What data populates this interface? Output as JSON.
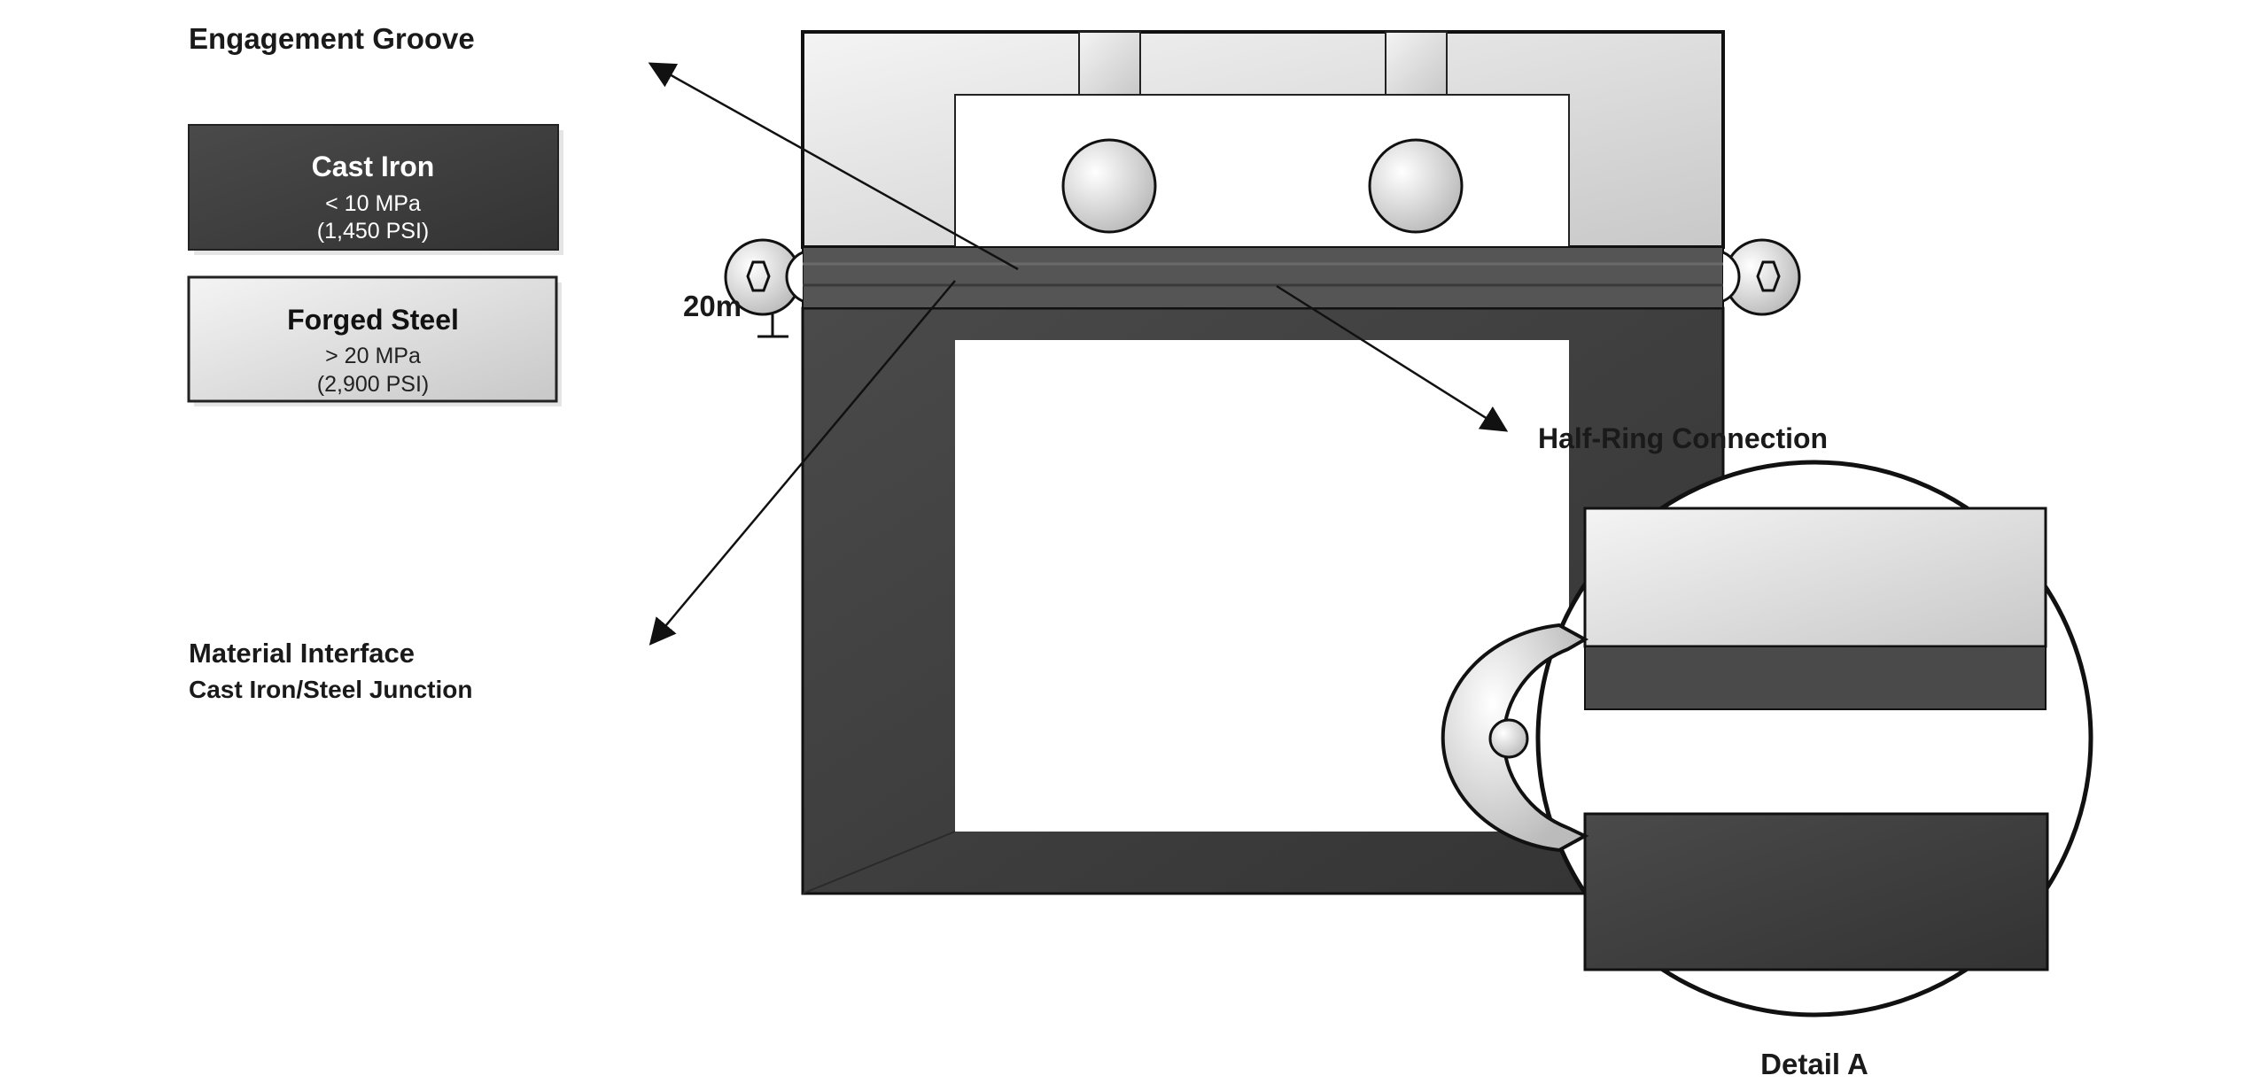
{
  "labels": {
    "engagement_groove": "Engagement Groove",
    "material_interface": "Material Interface",
    "material_interface_sub": "Cast Iron/Steel Junction",
    "half_ring_connection": "Half-Ring Connection",
    "dimension": "20m",
    "detail": "Detail A"
  },
  "legend": [
    {
      "title": "Cast Iron",
      "strength": "< 10 MPa",
      "psi": "(1,450 PSI)",
      "color": "#3a3a3a"
    },
    {
      "title": "Forged Steel",
      "strength": "> 20 MPa",
      "psi": "(2,900 PSI)",
      "color": "#e6e6e6"
    }
  ],
  "colors": {
    "dark": "#444444",
    "light": "#e8e8e8",
    "line": "#111111"
  }
}
